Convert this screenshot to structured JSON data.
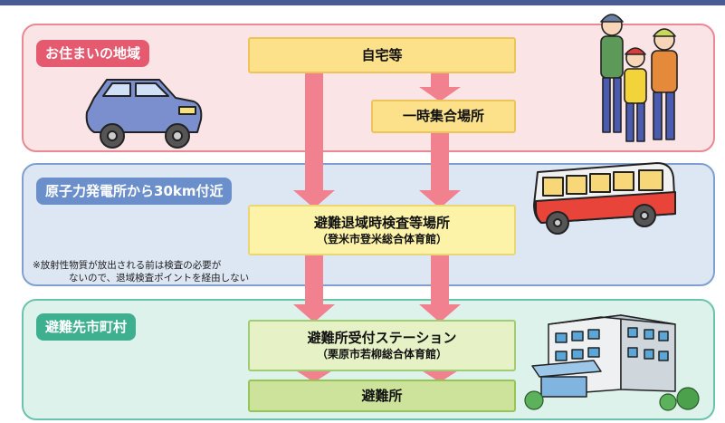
{
  "zones": {
    "residence": "お住まいの地域",
    "within30km": "原子力発電所から30km付近",
    "destination": "避難先市町村"
  },
  "boxes": {
    "home": "自宅等",
    "assembly": "一時集合場所",
    "inspection_main": "避難退域時検査等場所",
    "inspection_sub": "（登米市登米総合体育館）",
    "reception_main": "避難所受付ステーション",
    "reception_sub": "（栗原市若柳総合体育館）",
    "shelter": "避難所"
  },
  "note": {
    "line1": "※放射性物質が放出される前は検査の必要が",
    "line2": "ないので、退域検査ポイントを経由しない"
  },
  "icons": {
    "car": "car-icon",
    "bus": "bus-icon",
    "family": "family-walking-icon",
    "building": "building-icon"
  },
  "colors": {
    "arrow": "#f1818f",
    "zone1_bg": "#fbe4e6",
    "zone2_bg": "#dde7f3",
    "zone3_bg": "#def2ec"
  }
}
